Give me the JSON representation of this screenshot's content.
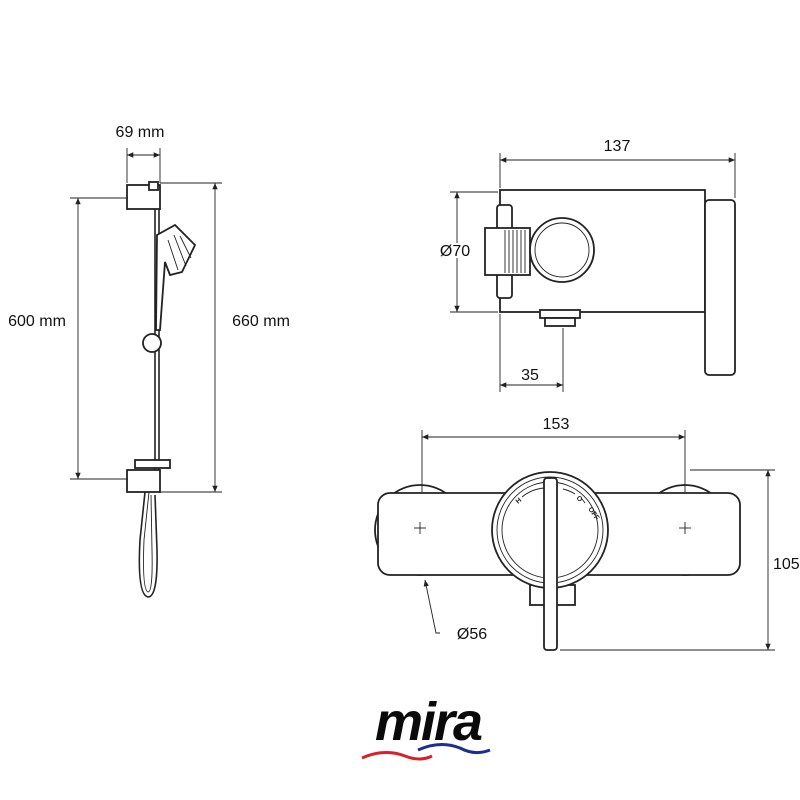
{
  "rail_view": {
    "width_label": "69 mm",
    "rail_length_label": "600 mm",
    "overall_height_label": "660 mm"
  },
  "side_view": {
    "depth_label": "137",
    "diameter_label": "Ø70",
    "outlet_offset_label": "35"
  },
  "front_view": {
    "centres_label": "153",
    "height_label": "105",
    "shroud_diameter_label": "Ø56",
    "dial_labels": {
      "hot": "H",
      "off_symbol": "O",
      "off": "OFF"
    }
  },
  "logo": {
    "text": "mira",
    "colors": {
      "red": "#d8202a",
      "blue": "#1a2f8f"
    }
  }
}
